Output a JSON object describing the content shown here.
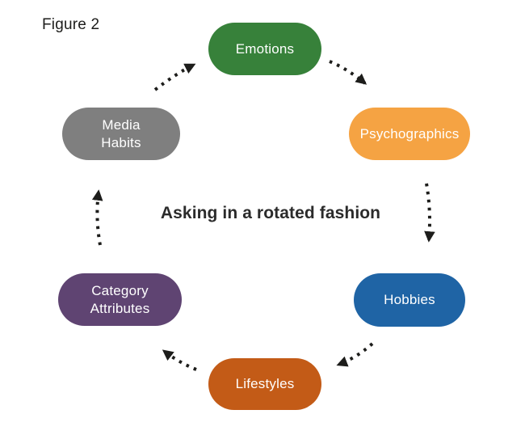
{
  "figure_label": "Figure 2",
  "center_caption": "Asking in a rotated fashion",
  "colors": {
    "background": "#ffffff",
    "arrow": "#1d1d1b",
    "node_text": "#ffffff",
    "caption_text": "#2b2b2b"
  },
  "nodes": {
    "emotions": {
      "label": "Emotions",
      "color": "#37813A"
    },
    "psychographics": {
      "label": "Psychographics",
      "color": "#F5A343"
    },
    "media_habits": {
      "label": "Media\nHabits",
      "color": "#7F7F7F"
    },
    "hobbies": {
      "label": "Hobbies",
      "color": "#1F64A5"
    },
    "lifestyles": {
      "label": "Lifestyles",
      "color": "#C35B17"
    },
    "category_attributes": {
      "label": "Category\nAttributes",
      "color": "#5F4472"
    }
  },
  "flow_sequence": [
    "Media Habits → Emotions",
    "Emotions → Psychographics",
    "Psychographics → Hobbies",
    "Hobbies → Lifestyles",
    "Lifestyles → Category Attributes",
    "Category Attributes → Media Habits"
  ]
}
